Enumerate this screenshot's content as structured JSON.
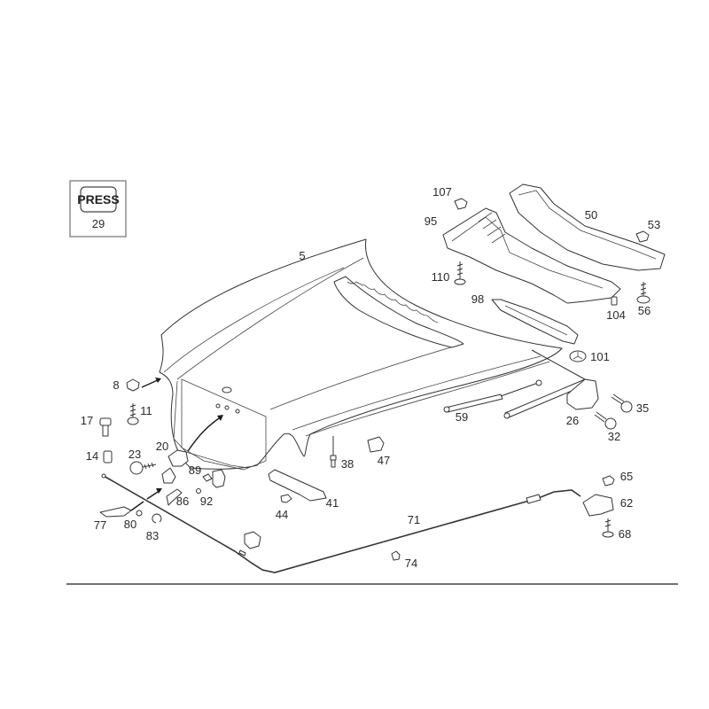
{
  "legend_box": {
    "stamp_text": "PRESS",
    "part_number": "29"
  },
  "callouts": {
    "hood": "5",
    "p8": "8",
    "p11": "11",
    "p14": "14",
    "p17": "17",
    "p20": "20",
    "p23": "23",
    "p26": "26",
    "p32": "32",
    "p35": "35",
    "p38": "38",
    "p41": "41",
    "p44": "44",
    "p47": "47",
    "p50": "50",
    "p53": "53",
    "p56": "56",
    "p59": "59",
    "p62": "62",
    "p65": "65",
    "p68": "68",
    "p71": "71",
    "p74": "74",
    "p77": "77",
    "p80": "80",
    "p83": "83",
    "p86": "86",
    "p89": "89",
    "p92": "92",
    "p95": "95",
    "p98": "98",
    "p101": "101",
    "p104": "104",
    "p107": "107",
    "p110": "110"
  },
  "colors": {
    "line": "#333333",
    "background": "#ffffff",
    "divider": "#444444"
  }
}
